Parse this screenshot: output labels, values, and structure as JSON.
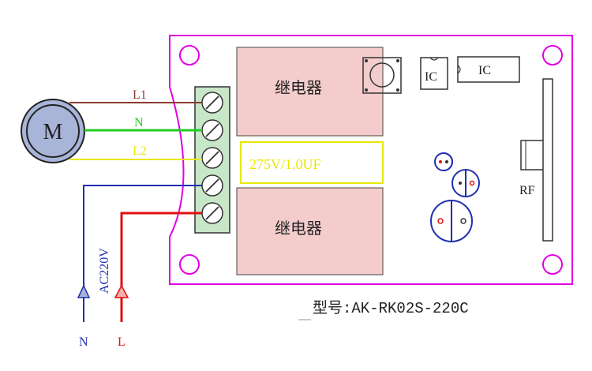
{
  "motor": {
    "label": "M"
  },
  "wires": {
    "l1": {
      "label": "L1",
      "color": "#8B3A2E"
    },
    "n_motor": {
      "label": "N",
      "color": "#22CC22"
    },
    "l2": {
      "label": "L2",
      "color": "#E8E800"
    },
    "supply_n": {
      "color": "#1F2FB0"
    },
    "supply_l": {
      "color": "#E01010"
    }
  },
  "supply": {
    "voltage": "AC220V",
    "n_label": "N",
    "l_label": "L"
  },
  "board": {
    "outline_color": "#E000E0",
    "relay_top": "继电器",
    "relay_bottom": "继电器",
    "capacitor": "275V/1.0UF",
    "ic_small": "IC",
    "ic_large": "IC",
    "rf": "RF",
    "relay_fill": "#F4CCCC",
    "capacitor_border": "#E8E800",
    "capacitor_text_color": "#E8E800",
    "terminal_fill": "#C8E6C8"
  },
  "model": {
    "label": "型号:AK-RK02S-220C"
  }
}
